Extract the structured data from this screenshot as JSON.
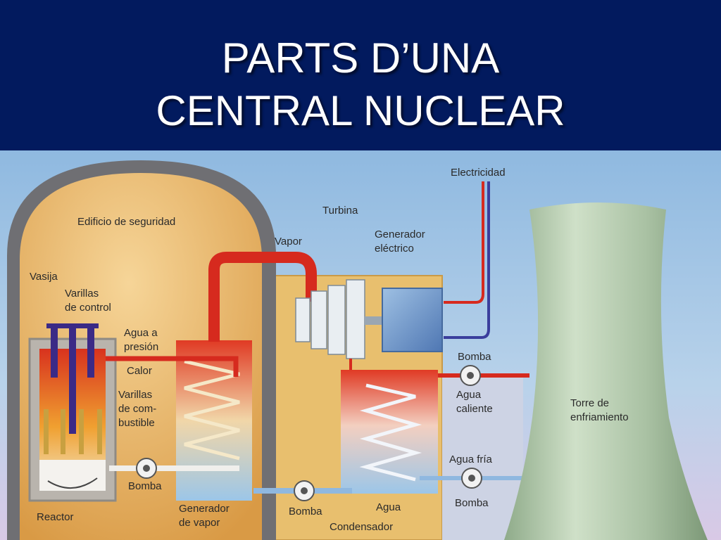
{
  "slide": {
    "title_line1": "PARTS D’UNA",
    "title_line2": "CENTRAL NUCLEAR"
  },
  "diagram": {
    "labels": {
      "edificio": "Edificio de seguridad",
      "vasija": "Vasija",
      "varillas_control_1": "Varillas",
      "varillas_control_2": "de control",
      "agua_presion_1": "Agua a",
      "agua_presion_2": "presión",
      "calor": "Calor",
      "varillas_comb_1": "Varillas",
      "varillas_comb_2": "de com-",
      "varillas_comb_3": "bustible",
      "bomba_reactor": "Bomba",
      "reactor": "Reactor",
      "generador_vapor_1": "Generador",
      "generador_vapor_2": "de vapor",
      "vapor": "Vapor",
      "turbina": "Turbina",
      "generador_electrico_1": "Generador",
      "generador_electrico_2": "eléctrico",
      "electricidad": "Electricidad",
      "bomba_caliente": "Bomba",
      "agua_caliente_1": "Agua",
      "agua_caliente_2": "caliente",
      "torre_1": "Torre de",
      "torre_2": "enfriamiento",
      "agua_fria": "Agua fría",
      "bomba_fria": "Bomba",
      "agua": "Agua",
      "bomba_condensador": "Bomba",
      "condensador": "Condensador"
    },
    "colors": {
      "title_background": "#021a5e",
      "hot_pipe": "#d62a1e",
      "cold_pipe": "#8fb8e0",
      "containment": "#6f6f73",
      "building_fill": "#e6b15c",
      "tower": "#a9c1a3",
      "sky": "#a8c8e6"
    }
  }
}
